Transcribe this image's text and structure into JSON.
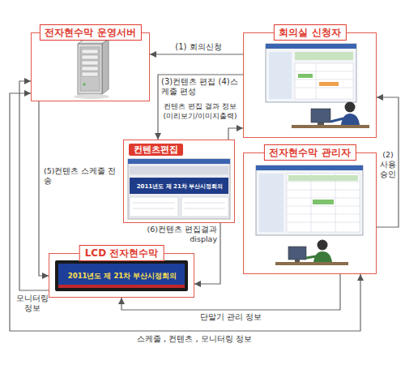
{
  "diagram": {
    "nodes": [
      {
        "text": [
          "전자현수막 운영서버"
        ]
      },
      {
        "text": [
          "회의실 신청자"
        ]
      },
      {
        "text": [
          "컨텐츠편집",
          "2011년도 제 21차 부산시정회의"
        ]
      },
      {
        "text": [
          "전자현수막 관리자"
        ]
      },
      {
        "text": [
          "LCD 전자현수막",
          "2011년도 제 21차 부산시정회의"
        ]
      }
    ],
    "edges": [
      {
        "from": 1,
        "to": 0,
        "arrow": "to",
        "label": "(1) 회의신청"
      },
      {
        "from": 3,
        "to": 1,
        "arrow": "to",
        "label": "(2) 사용 승인"
      },
      {
        "from": 1,
        "to": 2,
        "arrow": "to",
        "label": "(3)컨텐츠 편집 (4)스케줄 편성"
      },
      {
        "from": 2,
        "to": 1,
        "arrow": "to",
        "label": "컨텐츠 편집 결과 정보 (미리보기/이미지출력)"
      },
      {
        "from": 0,
        "to": 4,
        "arrow": "to",
        "label": "(5)컨텐츠 스케줄 전송"
      },
      {
        "from": 2,
        "to": 4,
        "arrow": "to",
        "label": "(6)컨텐츠 편집결과 display"
      },
      {
        "from": 4,
        "to": 0,
        "arrow": "to",
        "label": "모니터링 정보"
      },
      {
        "from": 3,
        "to": 4,
        "arrow": "to",
        "label": "단말기 관리 정보"
      },
      {
        "from": 0,
        "to": 3,
        "arrow": "both",
        "label": "스케줄 , 컨텐츠 , 모니터링 정보"
      }
    ]
  }
}
